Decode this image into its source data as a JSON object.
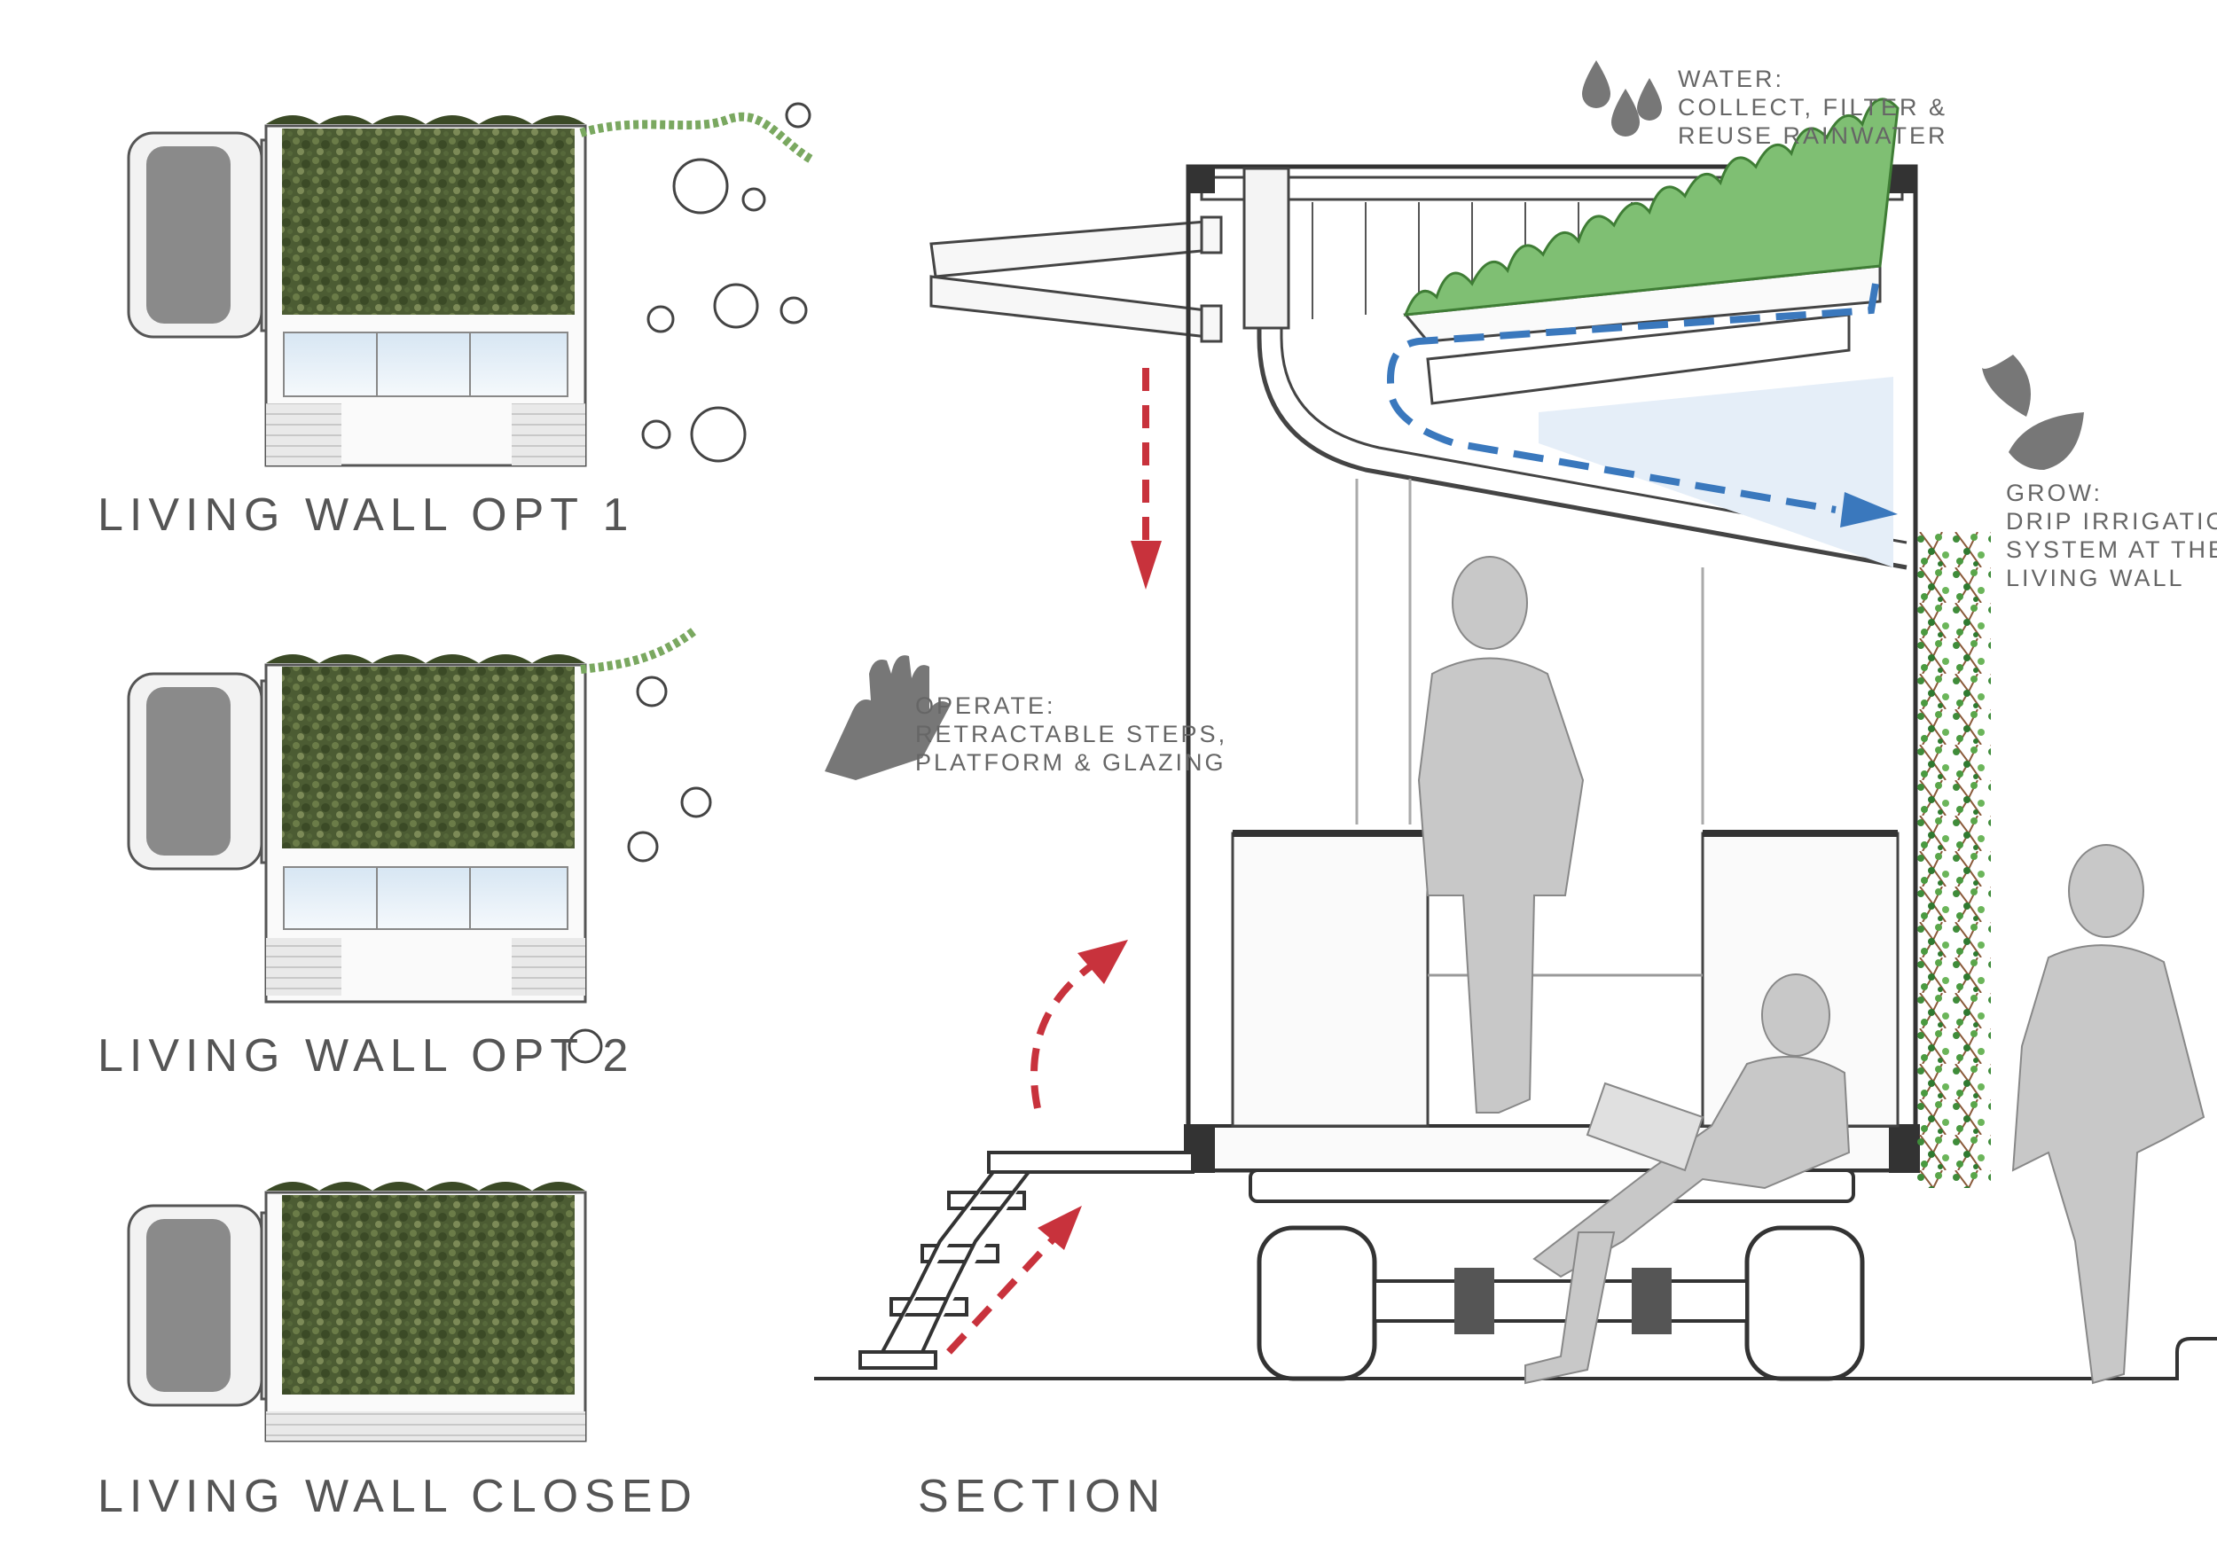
{
  "plans": [
    {
      "label": "LIVING WALL OPT 1"
    },
    {
      "label": "LIVING WALL OPT 2"
    },
    {
      "label": "LIVING WALL CLOSED"
    }
  ],
  "section": {
    "label": "SECTION"
  },
  "annotations": {
    "water": {
      "title": "WATER:",
      "lines": [
        "COLLECT, FILTER &",
        "REUSE RAINWATER"
      ],
      "icon": "water-drops-icon"
    },
    "grow": {
      "title": "GROW:",
      "lines": [
        "DRIP IRRIGATION",
        "SYSTEM AT THE",
        "LIVING WALL"
      ],
      "icon": "leaves-icon"
    },
    "operate": {
      "title": "OPERATE:",
      "lines": [
        "RETRACTABLE STEPS,",
        "PLATFORM & GLAZING"
      ],
      "icon": "glove-icon"
    }
  },
  "colors": {
    "arrow_red": "#c8323c",
    "flow_blue": "#3a78bd",
    "green_roof": "#4d5f35",
    "vine_green": "#3f8c3a",
    "figure_gray": "#c8c8c8",
    "line_dark": "#333333",
    "icon_gray": "#777777"
  }
}
